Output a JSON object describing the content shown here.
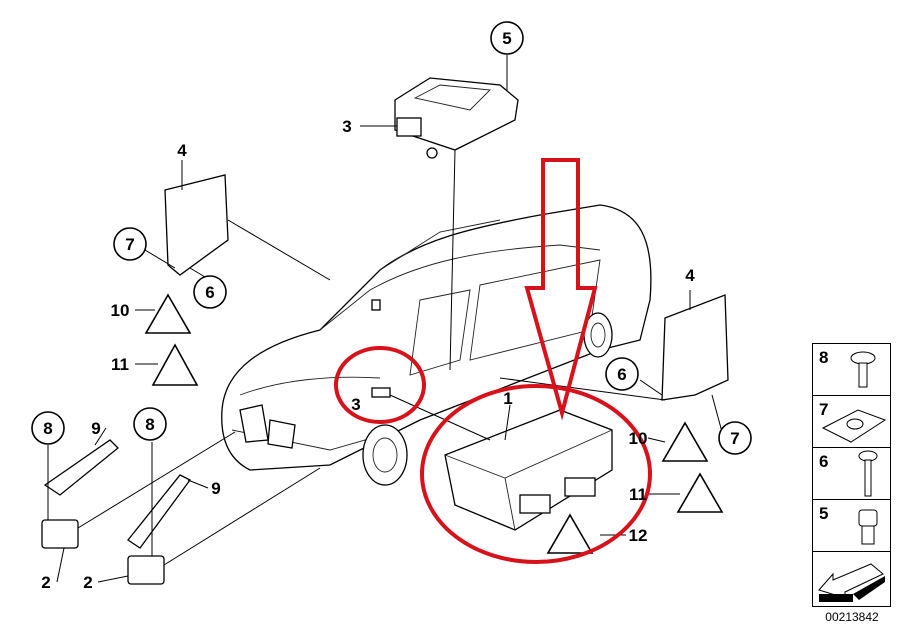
{
  "callouts": {
    "c5_top": "5",
    "c3_top": "3",
    "c4_left": "4",
    "c7_left": "7",
    "c6_left": "6",
    "c10_left": "10",
    "c11_left": "11",
    "c8_a": "8",
    "c9_a": "9",
    "c8_b": "8",
    "c9_b": "9",
    "c2_a": "2",
    "c2_b": "2",
    "c3_car": "3",
    "c1": "1",
    "c4_right": "4",
    "c6_right": "6",
    "c10_right": "10",
    "c7_right": "7",
    "c11_right": "11",
    "c12": "12"
  },
  "legend": {
    "items": [
      "8",
      "7",
      "6",
      "5"
    ]
  },
  "doc_number": "00213842",
  "colors": {
    "highlight": "#d8121b"
  }
}
